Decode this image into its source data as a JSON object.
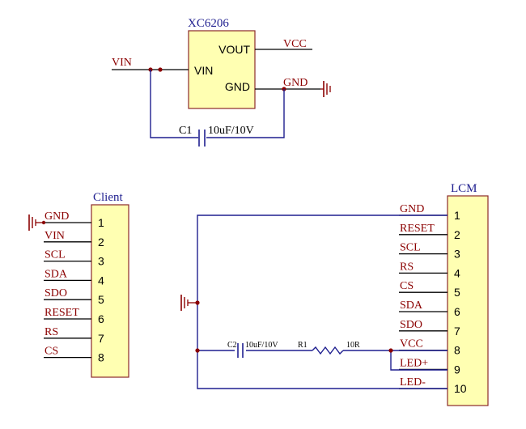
{
  "regulator": {
    "part": "XC6206",
    "pins": {
      "vout": "VOUT",
      "vin": "VIN",
      "gnd": "GND"
    },
    "nets": {
      "vin": "VIN",
      "vcc": "VCC",
      "gnd": "GND"
    },
    "cap": {
      "ref": "C1",
      "value": "10uF/10V"
    }
  },
  "client": {
    "title": "Client",
    "nets": [
      "GND",
      "VIN",
      "SCL",
      "SDA",
      "SDO",
      "RESET",
      "RS",
      "CS"
    ],
    "numbers": [
      "1",
      "2",
      "3",
      "4",
      "5",
      "6",
      "7",
      "8"
    ]
  },
  "lcm": {
    "title": "LCM",
    "nets": [
      "GND",
      "RESET",
      "SCL",
      "RS",
      "CS",
      "SDA",
      "SDO",
      "VCC",
      "LED+",
      "LED-"
    ],
    "numbers": [
      "1",
      "2",
      "3",
      "4",
      "5",
      "6",
      "7",
      "8",
      "9",
      "10"
    ]
  },
  "backlight": {
    "cap": {
      "ref": "C2",
      "value": "10uF/10V"
    },
    "res": {
      "ref": "R1",
      "value": "10R"
    }
  },
  "colors": {
    "wire": "#1f1f8f",
    "label": "#8b0000",
    "body": "#ffffb2",
    "ink": "#000000"
  }
}
